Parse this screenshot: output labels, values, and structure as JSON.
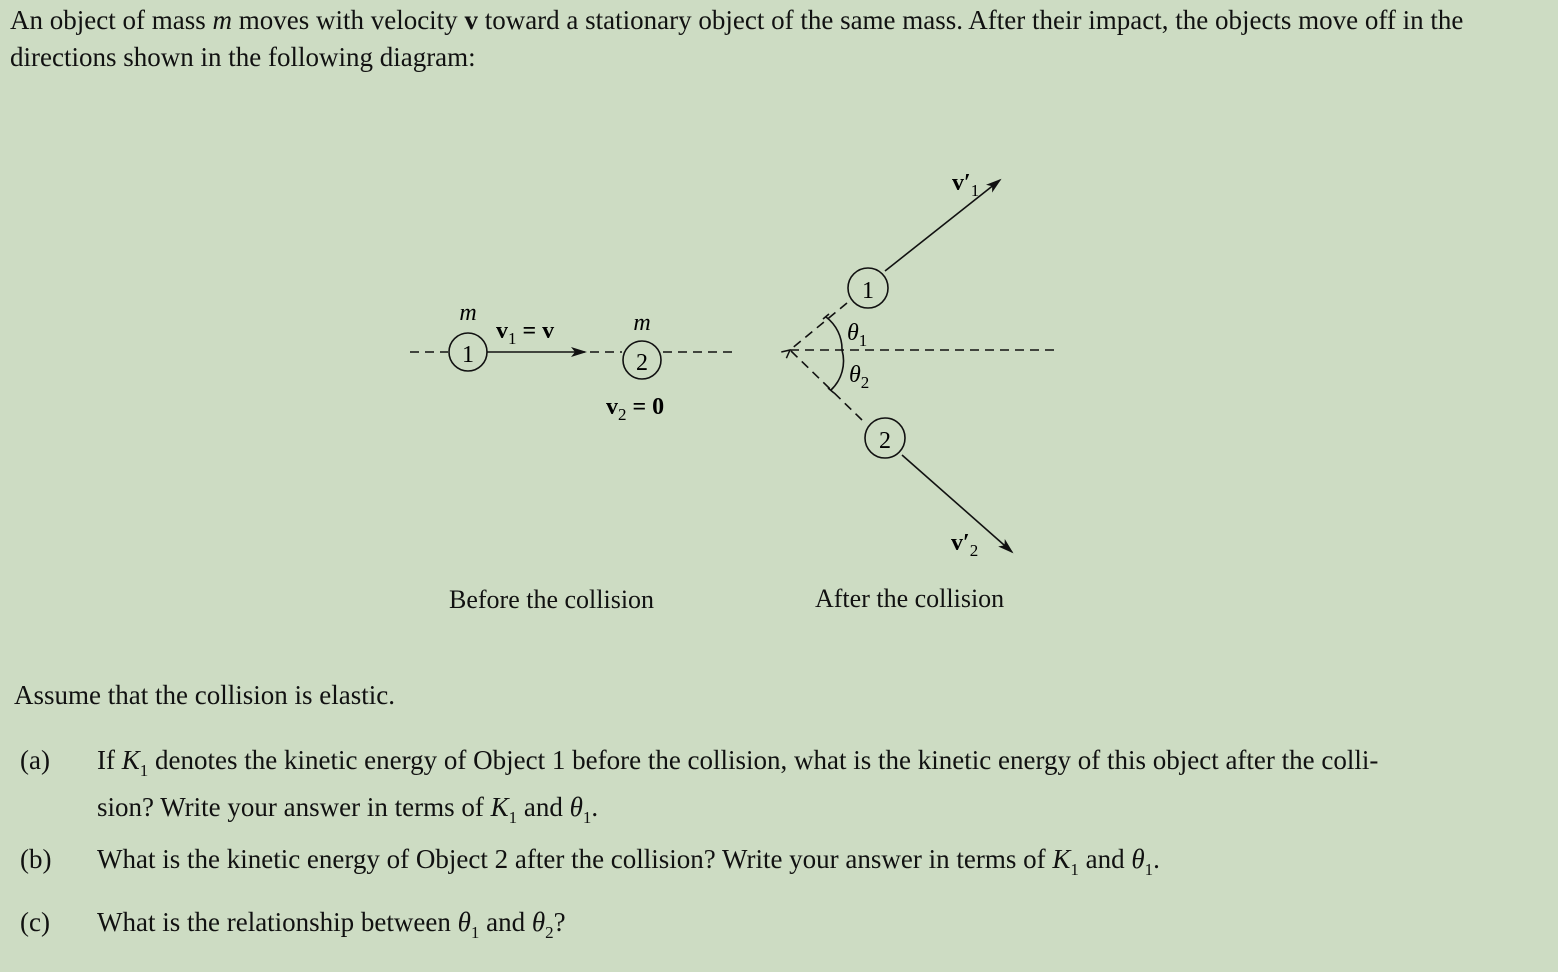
{
  "intro": {
    "line1_part1": "An object of mass ",
    "mass_symbol": "m",
    "line1_part2": " moves with velocity ",
    "velocity_symbol": "v",
    "line1_part3": " toward a stationary object of the same mass. After their impact, the objects move off in the directions shown in the following diagram:"
  },
  "diagram": {
    "before": {
      "caption": "Before the collision",
      "object1_label": "1",
      "object1_mass": "m",
      "object2_label": "2",
      "object2_mass": "m",
      "v1_label": "v",
      "v1_sub": "1",
      "v1_eq": " = v",
      "v2_label": "v",
      "v2_sub": "2",
      "v2_eq": " = 0"
    },
    "after": {
      "caption": "After the collision",
      "object1_label": "1",
      "object2_label": "2",
      "v1p_label": "v′",
      "v1p_sub": "1",
      "v2p_label": "v′",
      "v2p_sub": "2",
      "theta1": "θ",
      "theta1_sub": "1",
      "theta2": "θ",
      "theta2_sub": "2"
    }
  },
  "assumption": "Assume that the collision is elastic.",
  "questions": [
    {
      "letter": "(a)",
      "p1": "If ",
      "k": "K",
      "ksub": "1",
      "p2": " denotes the kinetic energy of Object 1 before the collision, what is the kinetic energy of this object after the colli-",
      "p3": "sion? Write your answer in terms of ",
      "p4": " and ",
      "theta": "θ",
      "tsub": "1",
      "p5": "."
    },
    {
      "letter": "(b)",
      "p1": "What is the kinetic energy of Object 2 after the collision? Write your answer in terms of ",
      "k": "K",
      "ksub": "1",
      "p2": " and ",
      "theta": "θ",
      "tsub": "1",
      "p3": "."
    },
    {
      "letter": "(c)",
      "p1": "What is the relationship between ",
      "theta": "θ",
      "t1sub": "1",
      "p2": " and ",
      "t2sub": "2",
      "p3": "?"
    }
  ]
}
